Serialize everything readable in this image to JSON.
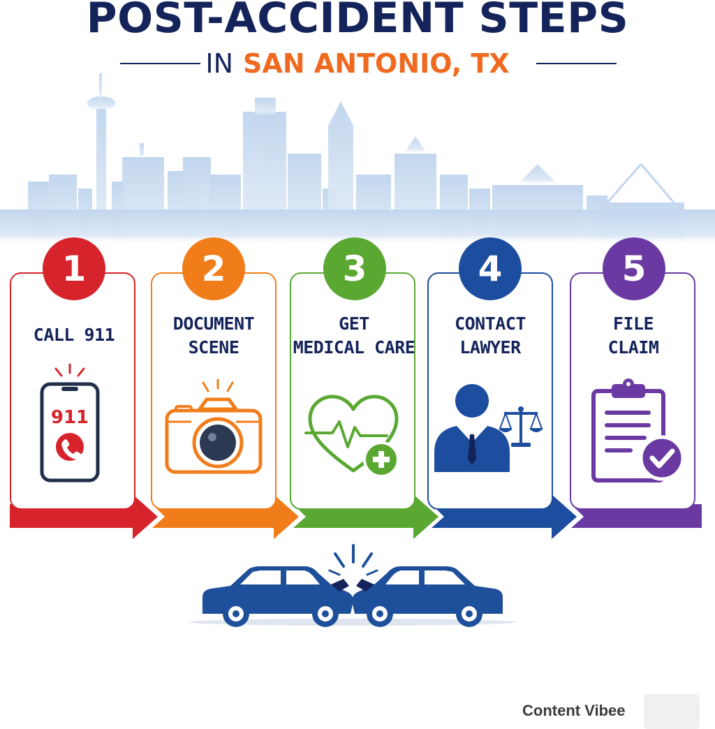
{
  "header": {
    "title": "POST-ACCIDENT STEPS",
    "subtitle_prefix": "IN",
    "subtitle_place": "SAN ANTONIO, TX"
  },
  "colors": {
    "navy": "#14235a",
    "orange": "#ef6a1f",
    "step1": "#d7232b",
    "step2": "#f07d1a",
    "step3": "#5aa832",
    "step4": "#1c4d9e",
    "step5": "#6a3aa2",
    "skyline": "#c8daf0",
    "car": "#1e4f9a"
  },
  "steps": [
    {
      "number": "1",
      "line1": "CALL 911",
      "line2": "",
      "icon": "phone-911-icon",
      "icon_text": "911"
    },
    {
      "number": "2",
      "line1": "DOCUMENT",
      "line2": "SCENE",
      "icon": "camera-icon"
    },
    {
      "number": "3",
      "line1": "GET",
      "line2": "MEDICAL CARE",
      "icon": "heart-health-icon"
    },
    {
      "number": "4",
      "line1": "CONTACT",
      "line2": "LAWYER",
      "icon": "lawyer-icon"
    },
    {
      "number": "5",
      "line1": "FILE",
      "line2": "CLAIM",
      "icon": "clipboard-check-icon"
    }
  ],
  "brand": {
    "name": "Content Vibee"
  }
}
